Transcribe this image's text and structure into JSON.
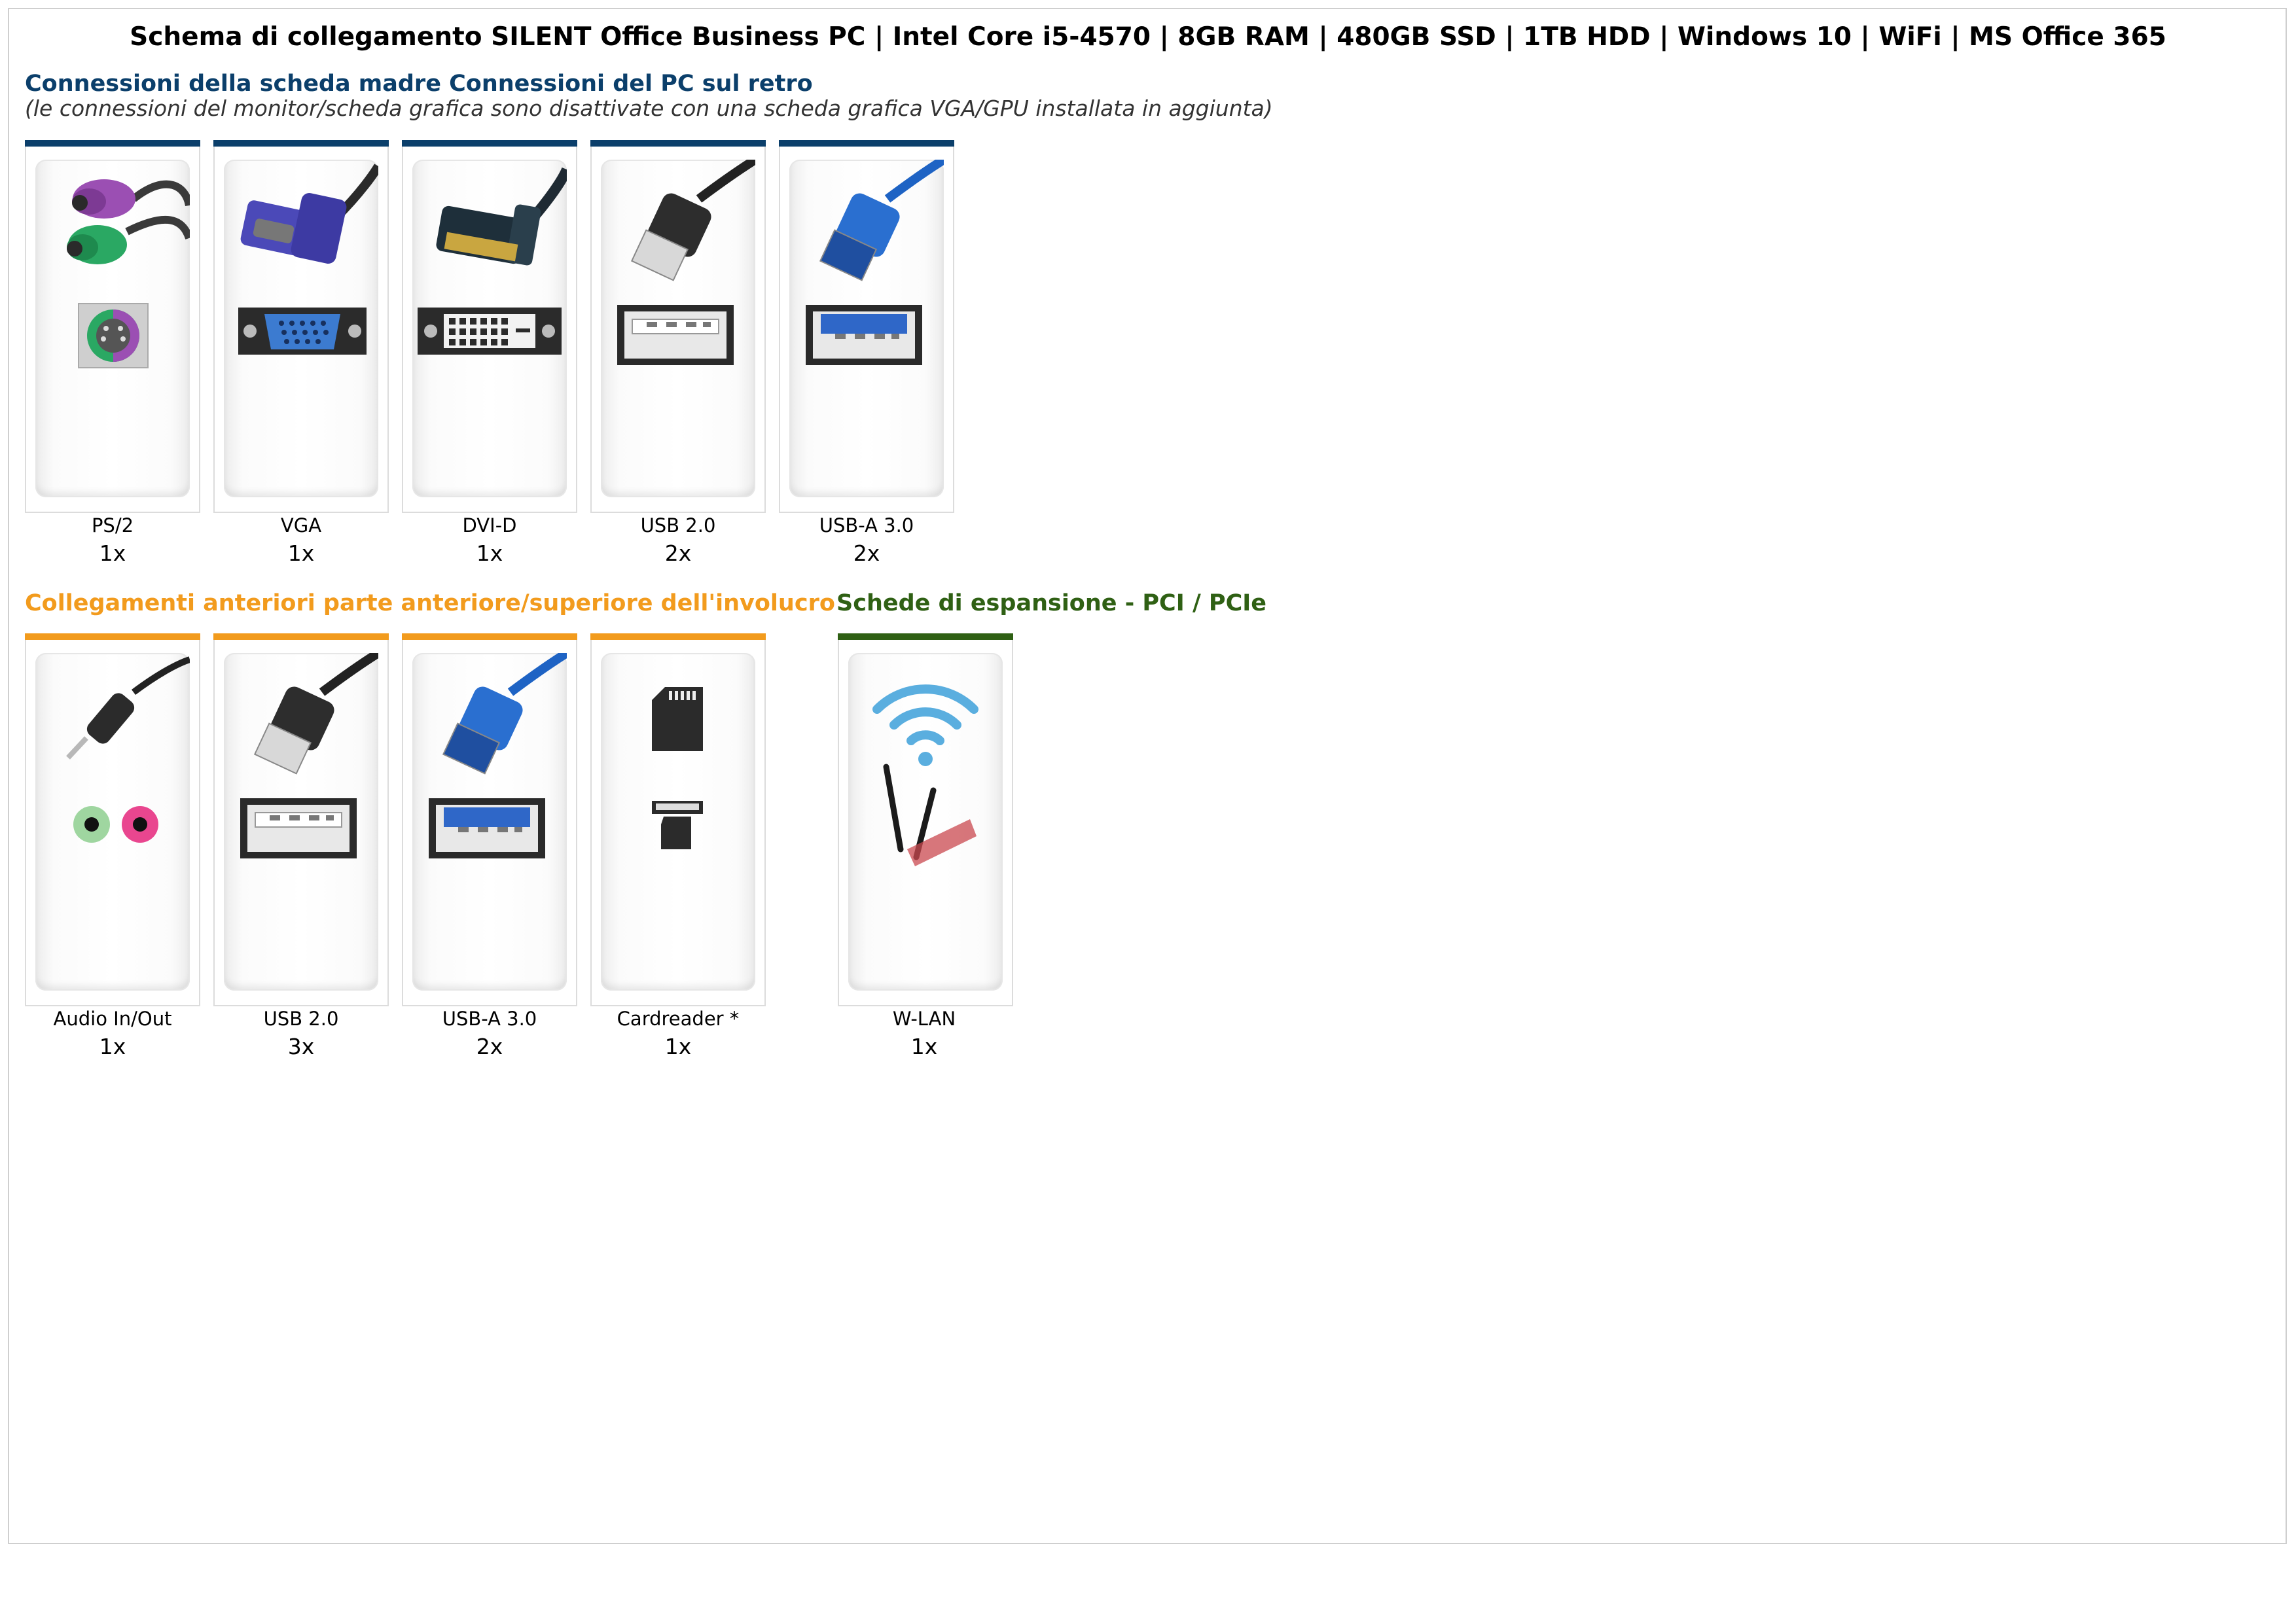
{
  "title": "Schema di collegamento SILENT Office Business PC | Intel Core i5-4570 | 8GB RAM | 480GB SSD | 1TB HDD | Windows 10 | WiFi | MS Office 365",
  "colors": {
    "blue": "#0b3f6b",
    "orange": "#f29b1d",
    "green": "#2f6014"
  },
  "rear": {
    "heading": "Connessioni della scheda madre Connessioni del PC sul retro",
    "subheading": "(le connessioni del monitor/scheda grafica sono disattivate con una scheda grafica VGA/GPU installata in aggiunta)",
    "items": [
      {
        "label": "PS/2",
        "count": "1x",
        "icon": "ps2-connector-icon"
      },
      {
        "label": "VGA",
        "count": "1x",
        "icon": "vga-connector-icon"
      },
      {
        "label": "DVI-D",
        "count": "1x",
        "icon": "dvi-connector-icon"
      },
      {
        "label": "USB 2.0",
        "count": "2x",
        "icon": "usb2-connector-icon"
      },
      {
        "label": "USB-A 3.0",
        "count": "2x",
        "icon": "usb3-connector-icon"
      }
    ]
  },
  "front": {
    "heading": "Collegamenti anteriori parte anteriore/superiore dell'involucro",
    "items": [
      {
        "label": "Audio In/Out",
        "count": "1x",
        "icon": "audio-jack-icon"
      },
      {
        "label": "USB 2.0",
        "count": "3x",
        "icon": "usb2-connector-icon"
      },
      {
        "label": "USB-A 3.0",
        "count": "2x",
        "icon": "usb3-connector-icon"
      },
      {
        "label": "Cardreader *",
        "count": "1x",
        "icon": "sd-card-icon"
      }
    ]
  },
  "expansion": {
    "heading": "Schede di espansione - PCI / PCIe",
    "items": [
      {
        "label": "W-LAN",
        "count": "1x",
        "icon": "wifi-card-icon"
      }
    ]
  }
}
